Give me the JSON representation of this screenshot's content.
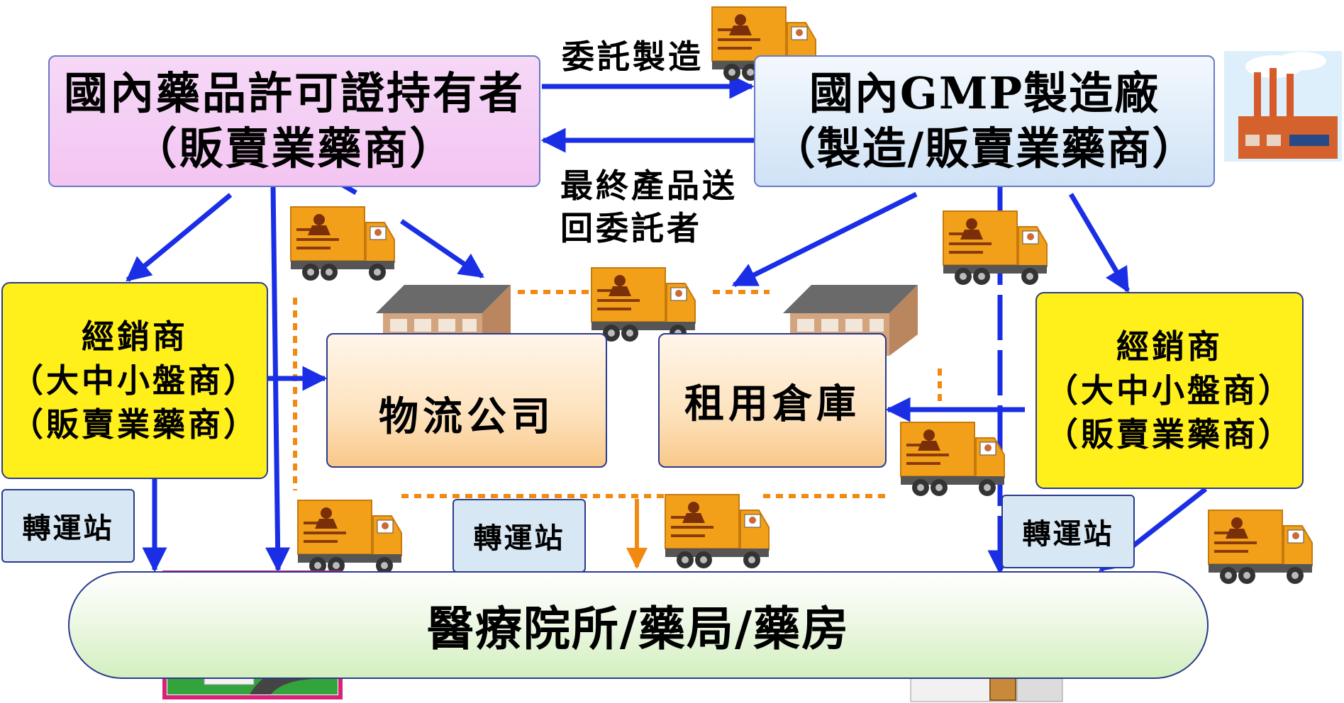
{
  "boxes": {
    "license_holder": {
      "line1": "國內藥品許可證持有者",
      "line2": "（販賣業藥商）"
    },
    "gmp_factory": {
      "line1": "國內GMP製造廠",
      "line2": "（製造/販賣業藥商）"
    },
    "dealer_left": {
      "line1": "經銷商",
      "line2": "（大中小盤商）",
      "line3": "（販賣業藥商）"
    },
    "dealer_right": {
      "line1": "經銷商",
      "line2": "（大中小盤商）",
      "line3": "（販賣業藥商）"
    },
    "logistics": "物流公司",
    "warehouse": "租用倉庫",
    "medical": "醫療院所/藥局/藥房"
  },
  "stations": {
    "left": "轉運站",
    "middle": "轉運站",
    "right": "轉運站"
  },
  "edge_labels": {
    "entrust": "委託製造",
    "return_line1": "最終產品送",
    "return_line2": "回委託者"
  },
  "colors": {
    "arrow": "#1a2ee6",
    "dotted": "#f28a12",
    "license_fill": "#f3c5f2",
    "gmp_fill": "#cfe2f6",
    "dealer_fill": "#ffef1a",
    "warehouse_fill": "#f9c88a",
    "medical_fill": "#d3efbf",
    "station_fill": "#d7e7f3",
    "truck_body": "#f2a01a"
  },
  "icons": [
    "delivery-truck-icon",
    "factory-icon",
    "warehouse-building-icon",
    "hospital-icon",
    "pharmacy-icon"
  ]
}
